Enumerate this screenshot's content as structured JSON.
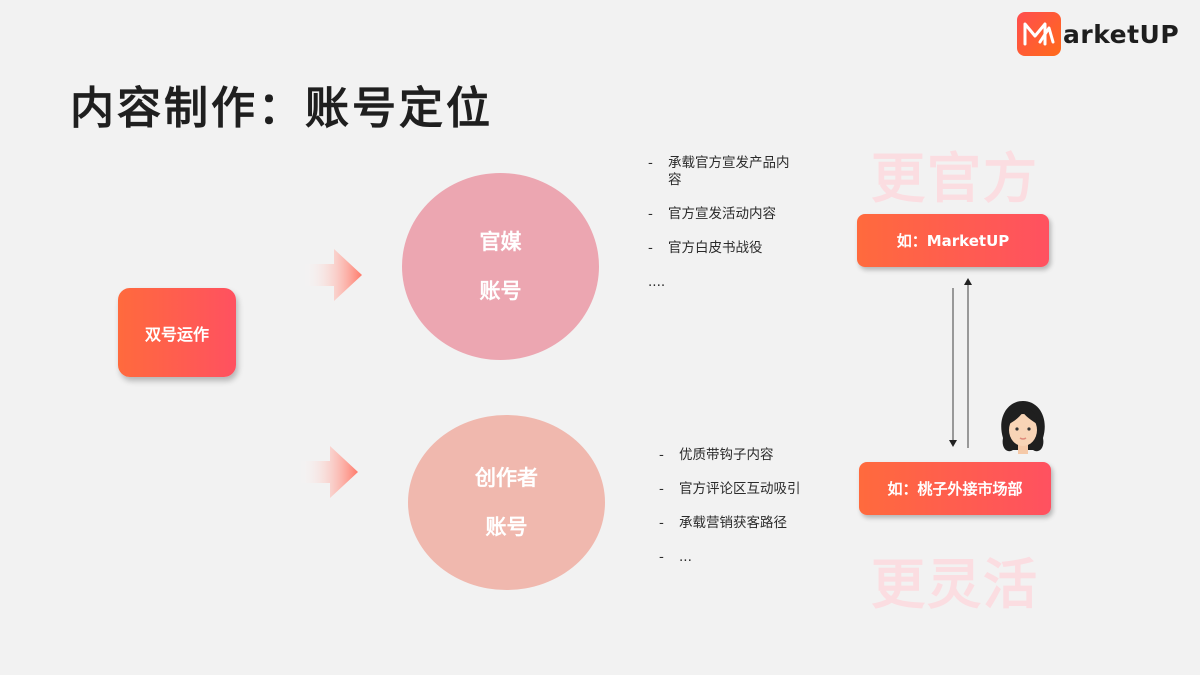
{
  "brand": {
    "name": "arketUP",
    "logo_icon": "marketup-logo-icon",
    "accent": "#ff5a4a"
  },
  "title": "内容制作：账号定位",
  "root": {
    "label": "双号运作"
  },
  "accounts": [
    {
      "title": "官媒",
      "subtitle": "账号",
      "color": "#eca6b1",
      "points": [
        "承载官方宣发产品内容",
        "官方宣发活动内容",
        "官方白皮书战役"
      ],
      "more": "...."
    },
    {
      "title": "创作者",
      "subtitle": "账号",
      "color": "#f0b8ae",
      "points": [
        "优质带钩子内容",
        "官方评论区互动吸引",
        "承载营销获客路径"
      ],
      "more": "..."
    }
  ],
  "examples": {
    "official": {
      "label": "如：MarketUP",
      "watermark": "更官方"
    },
    "creator": {
      "label": "如：桃子外接市场部",
      "watermark": "更灵活",
      "avatar": "avatar-girl-icon"
    }
  },
  "list_dash": "-"
}
